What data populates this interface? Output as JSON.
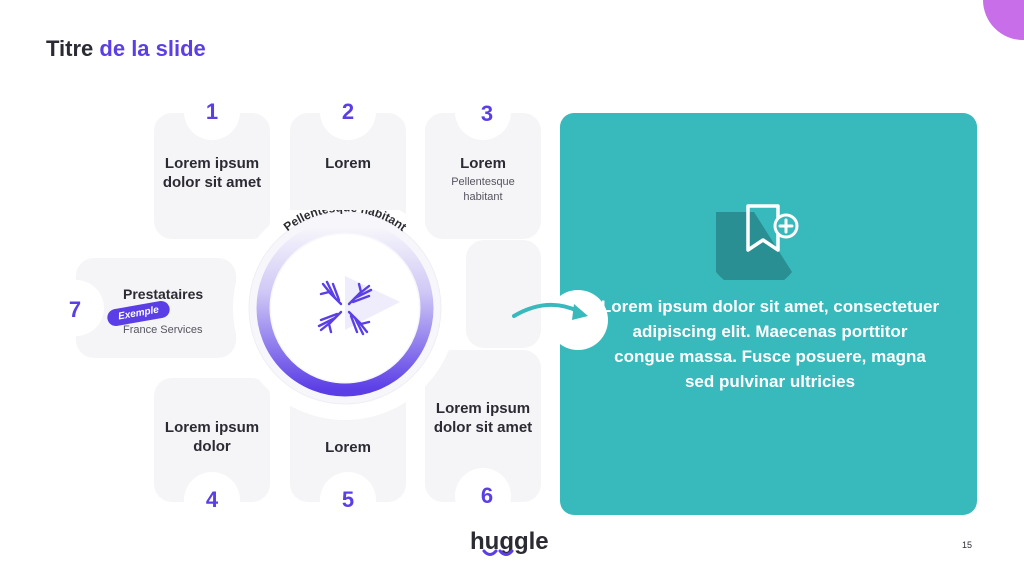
{
  "title": {
    "part1": "Titre",
    "part2": "de la slide"
  },
  "cards": {
    "c1": {
      "num": "1",
      "title": "Lorem ipsum dolor sit amet"
    },
    "c2": {
      "num": "2",
      "title": "Lorem"
    },
    "c3": {
      "num": "3",
      "title": "Lorem",
      "sub": "Pellentesque habitant"
    },
    "c4": {
      "num": "4",
      "title": "Lorem ipsum dolor"
    },
    "c5": {
      "num": "5",
      "title": "Lorem"
    },
    "c6": {
      "num": "6",
      "title": "Lorem ipsum dolor sit amet"
    },
    "c7": {
      "num": "7",
      "title": "Prestataires",
      "badge": "Exemple",
      "sub": "France Services"
    }
  },
  "center": {
    "arc_label": "Pellentesque habitant",
    "icon": "hands-together-icon"
  },
  "panel": {
    "icon": "bookmark-plus-icon",
    "text": "Lorem ipsum dolor sit amet, consectetuer adipiscing elit. Maecenas porttitor congue massa. Fusce posuere, magna sed pulvinar ultricies"
  },
  "footer": {
    "logo": "huggle",
    "page": "15"
  },
  "colors": {
    "accent": "#5b3ee6",
    "teal": "#38b9bc",
    "corner": "#c86ee8",
    "card": "#f5f5f7",
    "text": "#2b2b33"
  }
}
